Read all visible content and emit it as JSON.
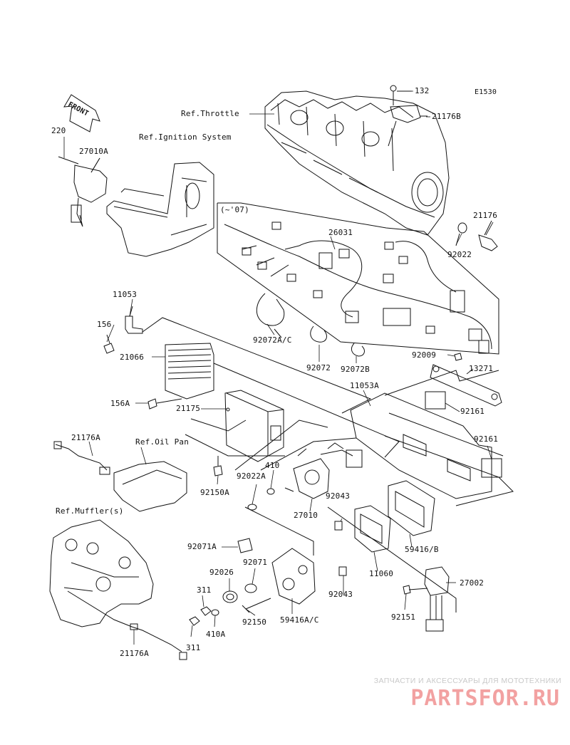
{
  "diagram_code": "E1530",
  "front_label": "FRONT",
  "refs": {
    "throttle": "Ref.Throttle",
    "ignition": "Ref.Ignition System",
    "oil_pan": "Ref.Oil Pan",
    "muffler": "Ref.Muffler(s)"
  },
  "year_note": "(~'07)",
  "parts": {
    "p132": "132",
    "p21176B": "21176B",
    "p220": "220",
    "p27010A": "27010A",
    "p21176": "21176",
    "p26031": "26031",
    "p92022": "92022",
    "p11053": "11053",
    "p156": "156",
    "p21066": "21066",
    "p92072AC": "92072A/C",
    "p92072": "92072",
    "p92072B": "92072B",
    "p92009": "92009",
    "p13271": "13271",
    "p11053A": "11053A",
    "p92161a": "92161",
    "p156A": "156A",
    "p21175": "21175",
    "p92161b": "92161",
    "p21176A_top": "21176A",
    "p410": "410",
    "p92022A": "92022A",
    "p92150A": "92150A",
    "p92043a": "92043",
    "p27010": "27010",
    "p59416B": "59416/B",
    "p92071A": "92071A",
    "p92071": "92071",
    "p92026": "92026",
    "p11060": "11060",
    "p92043b": "92043",
    "p27002": "27002",
    "p311a": "311",
    "p92150": "92150",
    "p59416AC": "59416A/C",
    "p92151": "92151",
    "p410A": "410A",
    "p311b": "311",
    "p21176A_bot": "21176A"
  },
  "watermark": {
    "subtitle": "ЗАПЧАСТИ И АКСЕССУАРЫ ДЛЯ МОТОТЕХНИКИ",
    "brand": "PARTSFOR.RU"
  }
}
